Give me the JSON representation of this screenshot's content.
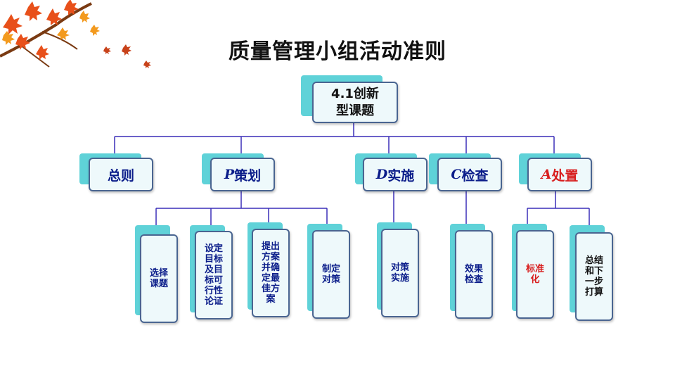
{
  "title": "质量管理小组活动准则",
  "root": {
    "line1": "4.1创新",
    "line2": "型课题"
  },
  "level1": [
    {
      "id": "general",
      "letter": "",
      "text": "总则"
    },
    {
      "id": "plan",
      "letter": "P",
      "text": "策划"
    },
    {
      "id": "do",
      "letter": "D",
      "text": "实施"
    },
    {
      "id": "check",
      "letter": "C",
      "text": "检查"
    },
    {
      "id": "act",
      "letter": "A",
      "text": "处置"
    }
  ],
  "level2": {
    "plan": [
      "选择课题",
      "设定目标及目标可行性论证",
      "提出方案并确定最佳方案",
      "制定对策"
    ],
    "do": [
      "对策实施"
    ],
    "check": [
      "效果检查"
    ],
    "act": [
      "标准化",
      "总结和下一步打算"
    ]
  },
  "colors": {
    "line": "#3a2fb8",
    "shadow": "#5fd2d8",
    "box_fill": "#eef9fb",
    "box_border": "#4a6591",
    "text_blue": "#0b1d8a",
    "text_red": "#d81e1e"
  },
  "icons": [
    "maple-leaves-icon"
  ]
}
